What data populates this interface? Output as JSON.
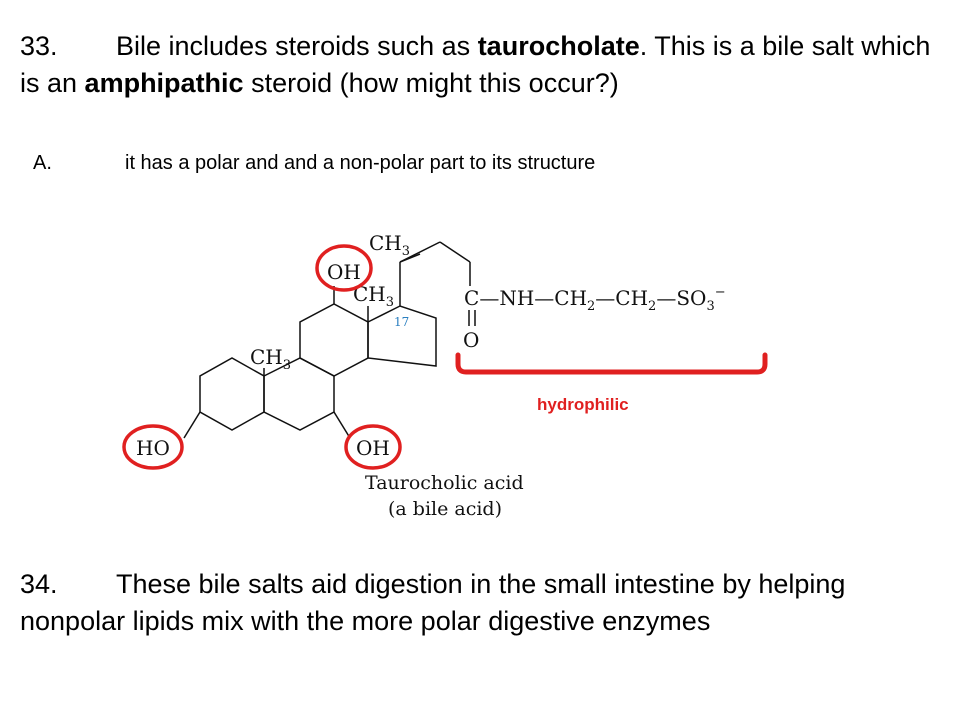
{
  "q33": {
    "number": "33.",
    "text_a": "Bile includes steroids such as ",
    "bold1": "taurocholate",
    "text_b": ".  This is a bile salt which is an ",
    "bold2": "amphipathic",
    "text_c": " steroid (how might this occur?)"
  },
  "answer": {
    "letter": "A.",
    "text": "it has a polar and and a non-polar part to its structure"
  },
  "molecule": {
    "ch3": "CH",
    "sub3": "3",
    "oh": "OH",
    "ho": "HO",
    "c": "C",
    "o": "O",
    "nh": "NH",
    "ch2": "CH",
    "sub2": "2",
    "so3": "SO",
    "so3_charge": "−",
    "dash": "—",
    "position17": "17",
    "caption_line1": "Taurocholic acid",
    "caption_line2": "(a bile acid)"
  },
  "annotation": {
    "label": "hydrophilic",
    "color": "#e02020"
  },
  "q34": {
    "number": "34.",
    "text": "These bile salts aid digestion in the small intestine by helping nonpolar lipids mix with the more polar digestive enzymes"
  }
}
